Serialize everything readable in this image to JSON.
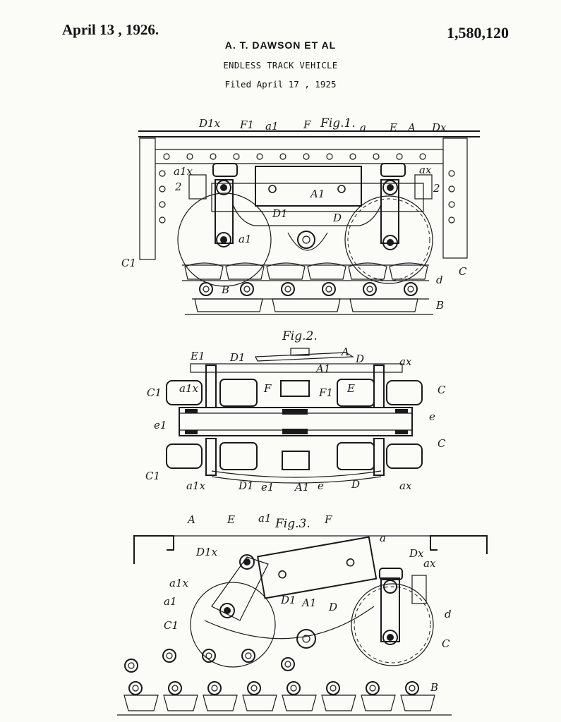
{
  "header": {
    "date": "April 13 , 1926.",
    "patent_number": "1,580,120",
    "inventor": "A. T. DAWSON ET AL",
    "title": "ENDLESS TRACK VEHICLE",
    "filed": "Filed April 17 , 1925"
  },
  "figures": {
    "fig1": {
      "caption": "Fig.1.",
      "labels": [
        "D1x",
        "F1",
        "a1",
        "F",
        "a",
        "E",
        "A",
        "Dx",
        "a1x",
        "ax",
        "2",
        "2",
        "A1",
        "D1",
        "D",
        "a1",
        "C1",
        "C",
        "d",
        "B",
        "B"
      ]
    },
    "fig2": {
      "caption": "Fig.2.",
      "labels": [
        "E1",
        "D1",
        "A",
        "D",
        "ax",
        "C1",
        "a1x",
        "F",
        "A1",
        "F1",
        "E",
        "C",
        "e",
        "e1",
        "C",
        "C1",
        "a1x",
        "D1",
        "e1",
        "A1",
        "e",
        "D",
        "ax"
      ]
    },
    "fig3": {
      "caption": "Fig.3.",
      "labels": [
        "A",
        "E",
        "a1",
        "F",
        "a",
        "D1x",
        "Dx",
        "ax",
        "a1x",
        "a1",
        "D1",
        "A1",
        "D",
        "d",
        "C1",
        "C",
        "B"
      ]
    }
  }
}
